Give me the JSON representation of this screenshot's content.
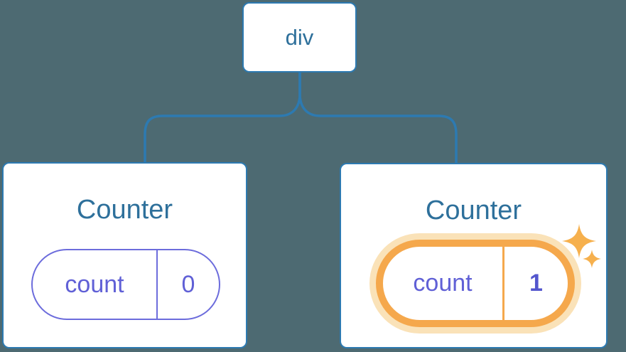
{
  "theme": {
    "background": "#4D6A72",
    "line_blue": "#2D7AB1",
    "heading_blue": "#2E709B",
    "purple_border": "#6C6CDC",
    "purple_text": "#6060D6",
    "purple_value": "#5356CD",
    "orange": "#F5A84C",
    "orange_glow": "#FAE2B8",
    "sparkle": "#F6B04D",
    "card_bg": "#FFFFFF"
  },
  "tree": {
    "root": {
      "label": "div"
    },
    "children": [
      {
        "title": "Counter",
        "state": {
          "key": "count",
          "value": "0"
        },
        "highlighted": false
      },
      {
        "title": "Counter",
        "state": {
          "key": "count",
          "value": "1"
        },
        "highlighted": true,
        "badge_icon": "sparkles-icon"
      }
    ]
  }
}
